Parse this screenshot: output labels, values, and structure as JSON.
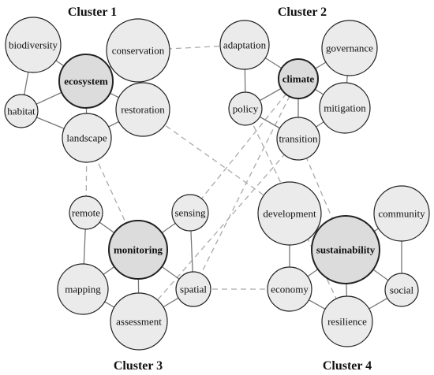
{
  "clusters": [
    {
      "title": "Cluster 1",
      "nodes": [
        {
          "id": "biodiversity",
          "label": "biodiversity",
          "center": false
        },
        {
          "id": "conservation",
          "label": "conservation",
          "center": false
        },
        {
          "id": "ecosystem",
          "label": "ecosystem",
          "center": true
        },
        {
          "id": "habitat",
          "label": "habitat",
          "center": false
        },
        {
          "id": "restoration",
          "label": "restoration",
          "center": false
        },
        {
          "id": "landscape",
          "label": "landscape",
          "center": false
        }
      ]
    },
    {
      "title": "Cluster 2",
      "nodes": [
        {
          "id": "adaptation",
          "label": "adaptation",
          "center": false
        },
        {
          "id": "governance",
          "label": "governance",
          "center": false
        },
        {
          "id": "climate",
          "label": "climate",
          "center": true
        },
        {
          "id": "policy",
          "label": "policy",
          "center": false
        },
        {
          "id": "mitigation",
          "label": "mitigation",
          "center": false
        },
        {
          "id": "transition",
          "label": "transition",
          "center": false
        }
      ]
    },
    {
      "title": "Cluster 3",
      "nodes": [
        {
          "id": "remote",
          "label": "remote",
          "center": false
        },
        {
          "id": "sensing",
          "label": "sensing",
          "center": false
        },
        {
          "id": "monitoring",
          "label": "monitoring",
          "center": true
        },
        {
          "id": "mapping",
          "label": "mapping",
          "center": false
        },
        {
          "id": "spatial",
          "label": "spatial",
          "center": false
        },
        {
          "id": "assessment",
          "label": "assessment",
          "center": false
        }
      ]
    },
    {
      "title": "Cluster 4",
      "nodes": [
        {
          "id": "development",
          "label": "development",
          "center": false
        },
        {
          "id": "community",
          "label": "community",
          "center": false
        },
        {
          "id": "sustainability",
          "label": "sustainability",
          "center": true
        },
        {
          "id": "economy",
          "label": "economy",
          "center": false
        },
        {
          "id": "social",
          "label": "social",
          "center": false
        },
        {
          "id": "resilience",
          "label": "resilience",
          "center": false
        }
      ]
    }
  ],
  "edges": [
    [
      "biodiversity",
      "ecosystem"
    ],
    [
      "biodiversity",
      "habitat"
    ],
    [
      "conservation",
      "ecosystem"
    ],
    [
      "conservation",
      "restoration"
    ],
    [
      "ecosystem",
      "habitat"
    ],
    [
      "ecosystem",
      "restoration"
    ],
    [
      "ecosystem",
      "landscape"
    ],
    [
      "habitat",
      "landscape"
    ],
    [
      "restoration",
      "landscape"
    ],
    [
      "adaptation",
      "climate"
    ],
    [
      "adaptation",
      "policy"
    ],
    [
      "governance",
      "climate"
    ],
    [
      "governance",
      "mitigation"
    ],
    [
      "climate",
      "policy"
    ],
    [
      "climate",
      "mitigation"
    ],
    [
      "climate",
      "transition"
    ],
    [
      "policy",
      "transition"
    ],
    [
      "mitigation",
      "transition"
    ],
    [
      "remote",
      "monitoring"
    ],
    [
      "remote",
      "mapping"
    ],
    [
      "sensing",
      "monitoring"
    ],
    [
      "sensing",
      "spatial"
    ],
    [
      "monitoring",
      "mapping"
    ],
    [
      "monitoring",
      "spatial"
    ],
    [
      "monitoring",
      "assessment"
    ],
    [
      "mapping",
      "assessment"
    ],
    [
      "spatial",
      "assessment"
    ],
    [
      "development",
      "sustainability"
    ],
    [
      "development",
      "economy"
    ],
    [
      "community",
      "sustainability"
    ],
    [
      "community",
      "social"
    ],
    [
      "sustainability",
      "economy"
    ],
    [
      "sustainability",
      "social"
    ],
    [
      "sustainability",
      "resilience"
    ],
    [
      "economy",
      "resilience"
    ],
    [
      "social",
      "resilience"
    ]
  ],
  "links": [
    [
      "conservation",
      "adaptation"
    ],
    [
      "landscape",
      "remote"
    ],
    [
      "landscape",
      "monitoring"
    ],
    [
      "restoration",
      "development"
    ],
    [
      "climate",
      "sensing"
    ],
    [
      "climate",
      "spatial"
    ],
    [
      "transition",
      "assessment"
    ],
    [
      "policy",
      "resilience"
    ],
    [
      "transition",
      "sustainability"
    ],
    [
      "spatial",
      "economy"
    ]
  ],
  "colors": {
    "node_fill": "#ebebeb",
    "center_fill": "#dcdcdc",
    "node_stroke": "#222222",
    "edge": "#777777",
    "link": "#aaaaaa"
  }
}
